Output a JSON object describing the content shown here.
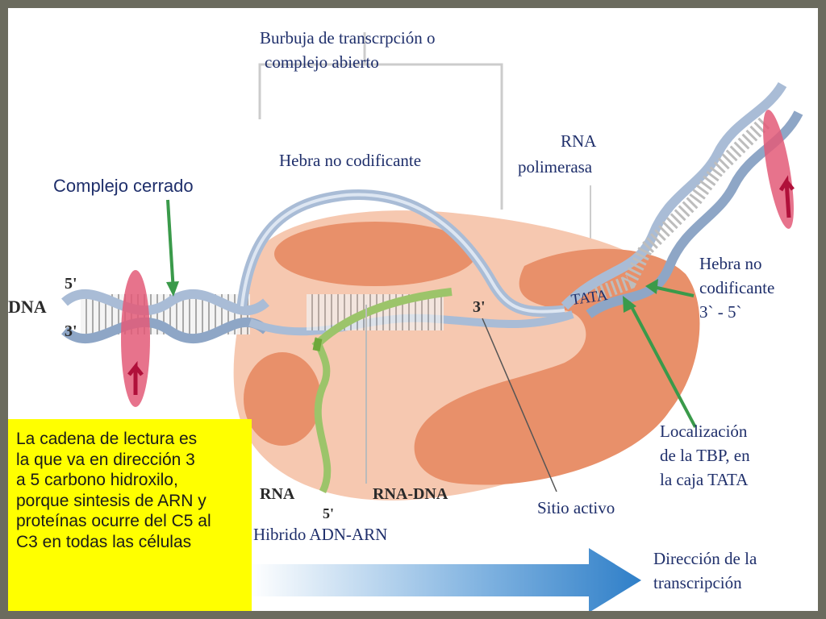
{
  "labels": {
    "bubble_line1": "Burbuja de transcrpción o",
    "bubble_line2": "complejo abierto",
    "noncoding_top": "Hebra no codificante",
    "rna_pol_line1": "RNA",
    "rna_pol_line2": "polimerasa",
    "closed_complex": "Complejo cerrado",
    "dna": "DNA",
    "five_prime_left": "5'",
    "three_prime_left": "3'",
    "three_prime_mid": "3'",
    "tata": "TATA",
    "noncoding_right_line1": "Hebra no",
    "noncoding_right_line2": "codificante",
    "noncoding_right_line3": "3` - 5`",
    "tbp_line1": "Localización",
    "tbp_line2": "de la TBP, en",
    "tbp_line3": "la caja TATA",
    "active_site": "Sitio activo",
    "rna": "RNA",
    "rna_dna": "RNA-DNA",
    "five_prime_rna": "5'",
    "hybrid": "Hibrido ADN-ARN",
    "direction_line1": "Dirección de la",
    "direction_line2": "transcripción"
  },
  "note": {
    "line1": "La cadena de lectura es",
    "line2": "la que va en  dirección 3",
    "line3": "a 5 carbono hidroxilo,",
    "line4": "porque sintesis de ARN y",
    "line5": "proteínas ocurre del C5 al",
    "line6": "C3 en todas las células"
  },
  "colors": {
    "note_bg": "#ffff00",
    "polymerase": "#e8906a",
    "polymerase_light": "#f6c8b0",
    "dna_strand": "#a9bcd6",
    "arrow_green": "#3a9a4a",
    "rna_strand": "#9cc46a",
    "direction_arrow": "#3d86c9",
    "label_text": "#1f2f6b"
  }
}
